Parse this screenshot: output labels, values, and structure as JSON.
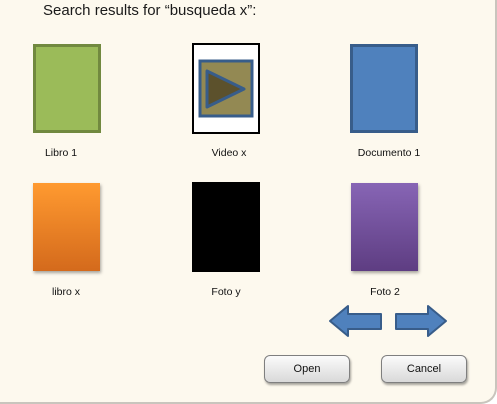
{
  "header": {
    "title": "Search results for “busqueda x”:"
  },
  "results": [
    {
      "label": "Libro 1",
      "icon": "book-icon",
      "color": "#9bbb59"
    },
    {
      "label": "Video x",
      "icon": "video-play-icon",
      "color": "#938953"
    },
    {
      "label": "Documento 1",
      "icon": "document-icon",
      "color": "#4f81bd"
    },
    {
      "label": "libro x",
      "icon": "book-icon",
      "color": "#f79646"
    },
    {
      "label": "Foto y",
      "icon": "photo-icon",
      "color": "#000000"
    },
    {
      "label": "Foto 2",
      "icon": "photo-icon",
      "color": "#8064a2"
    }
  ],
  "navigation": {
    "prev_icon": "arrow-left-icon",
    "next_icon": "arrow-right-icon",
    "color": "#4f81bd"
  },
  "buttons": {
    "open_label": "Open",
    "cancel_label": "Cancel"
  }
}
